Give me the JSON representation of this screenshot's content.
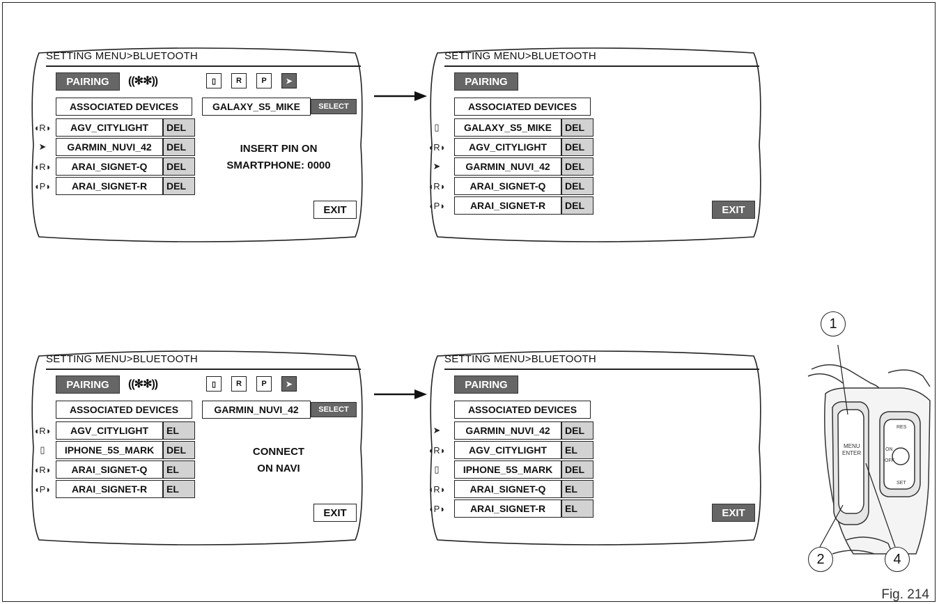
{
  "figure_label": "Fig. 214",
  "title": "SETTING MENU>BLUETOOTH",
  "pairing_label": "PAIRING",
  "bt_symbol": "((✻✻))",
  "associated_label": "ASSOCIATED DEVICES",
  "select_label": "SELECT",
  "exit_label": "EXIT",
  "screens": [
    {
      "selected_device": "GALAXY_S5_MIKE",
      "active_tile": "navi",
      "message_lines": [
        "INSERT PIN ON",
        "SMARTPHONE: 0000"
      ],
      "devices": [
        {
          "icon": "helmet-r-icon",
          "name": "AGV_CITYLIGHT",
          "del": "DEL"
        },
        {
          "icon": "navigation-icon",
          "name": "GARMIN_NUVI_42",
          "del": "DEL"
        },
        {
          "icon": "helmet-r-icon",
          "name": "ARAI_SIGNET-Q",
          "del": "DEL"
        },
        {
          "icon": "helmet-p-icon",
          "name": "ARAI_SIGNET-R",
          "del": "DEL"
        }
      ]
    },
    {
      "devices": [
        {
          "icon": "phone-icon",
          "name": "GALAXY_S5_MIKE",
          "del": "DEL"
        },
        {
          "icon": "helmet-r-icon",
          "name": "AGV_CITYLIGHT",
          "del": "DEL"
        },
        {
          "icon": "navigation-icon",
          "name": "GARMIN_NUVI_42",
          "del": "DEL"
        },
        {
          "icon": "helmet-r-icon",
          "name": "ARAI_SIGNET-Q",
          "del": "DEL"
        },
        {
          "icon": "helmet-p-icon",
          "name": "ARAI_SIGNET-R",
          "del": "DEL"
        }
      ]
    },
    {
      "selected_device": "GARMIN_NUVI_42",
      "active_tile": "navi",
      "message_lines": [
        "CONNECT",
        "ON NAVI"
      ],
      "devices": [
        {
          "icon": "helmet-r-icon",
          "name": "AGV_CITYLIGHT",
          "del": "EL"
        },
        {
          "icon": "phone-icon",
          "name": "IPHONE_5S_MARK",
          "del": "DEL"
        },
        {
          "icon": "helmet-r-icon",
          "name": "ARAI_SIGNET-Q",
          "del": "EL"
        },
        {
          "icon": "helmet-p-icon",
          "name": "ARAI_SIGNET-R",
          "del": "EL"
        }
      ]
    },
    {
      "devices": [
        {
          "icon": "navigation-icon",
          "name": "GARMIN_NUVI_42",
          "del": "DEL"
        },
        {
          "icon": "helmet-r-icon",
          "name": "AGV_CITYLIGHT",
          "del": "EL"
        },
        {
          "icon": "phone-icon",
          "name": "IPHONE_5S_MARK",
          "del": "DEL"
        },
        {
          "icon": "helmet-r-icon",
          "name": "ARAI_SIGNET-Q",
          "del": "EL"
        },
        {
          "icon": "helmet-p-icon",
          "name": "ARAI_SIGNET-R",
          "del": "EL"
        }
      ]
    }
  ],
  "tiles": [
    {
      "name": "phone-tile-icon",
      "glyph": "▯"
    },
    {
      "name": "helmet-r-tile-icon",
      "glyph": "R"
    },
    {
      "name": "helmet-p-tile-icon",
      "glyph": "P"
    },
    {
      "name": "navi-tile-icon",
      "glyph": "➤"
    }
  ],
  "callouts": [
    "1",
    "2",
    "4"
  ],
  "control_labels": {
    "menu": "MENU",
    "enter": "ENTER",
    "on": "ON",
    "off": "OFF",
    "set": "SET",
    "res": "RES"
  }
}
